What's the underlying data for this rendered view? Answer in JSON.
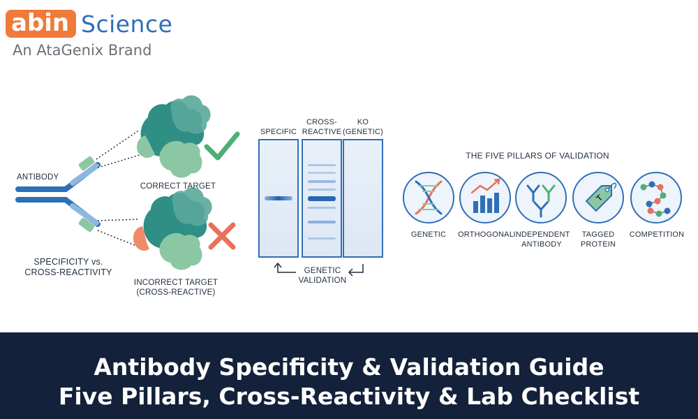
{
  "brand": {
    "logo_badge": "abin",
    "logo_name": "Science",
    "tagline": "An AtaGenix Brand"
  },
  "antibody_panel": {
    "antibody_label": "ANTIBODY",
    "correct_target_label": "CORRECT TARGET",
    "incorrect_target_label": "INCORRECT TARGET\n(CROSS-REACTIVE)",
    "caption": "SPECIFICITY vs.\nCROSS-REACTIVITY",
    "check_icon": "check-icon",
    "cross_icon": "cross-icon"
  },
  "blot_panel": {
    "lanes": [
      {
        "label": "SPECIFIC"
      },
      {
        "label": "CROSS-\nREACTIVE"
      },
      {
        "label": "KO\n(GENETIC)"
      }
    ],
    "caption": "GENETIC\nVALIDATION"
  },
  "pillars_panel": {
    "title": "THE FIVE PILLARS OF VALIDATION",
    "pillars": [
      {
        "label": "GENETIC",
        "icon": "dna-icon"
      },
      {
        "label": "ORTHOGONAL",
        "icon": "bar-chart-icon"
      },
      {
        "label": "INDEPENDENT\nANTIBODY",
        "icon": "antibodies-icon"
      },
      {
        "label": "TAGGED\nPROTEIN",
        "icon": "tag-icon"
      },
      {
        "label": "COMPETITION",
        "icon": "peptide-chain-icon"
      }
    ]
  },
  "colors": {
    "brand_orange": "#f07a3a",
    "brand_blue": "#2f6fb7",
    "antibody_blue": "#2f6fb7",
    "check_green": "#4caf77",
    "cross_red": "#e9705a",
    "footer_navy": "#13213a"
  },
  "footer": {
    "line1": "Antibody Specificity & Validation Guide",
    "line2": "Five Pillars, Cross-Reactivity & Lab Checklist"
  }
}
